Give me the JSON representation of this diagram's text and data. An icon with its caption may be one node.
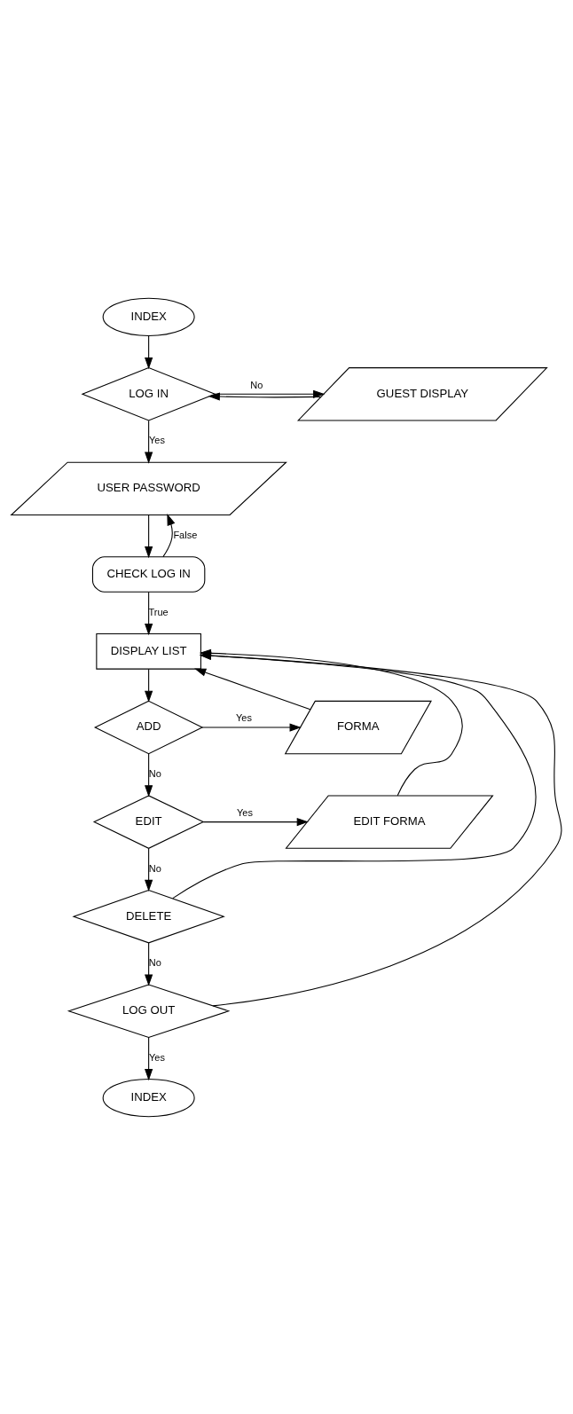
{
  "diagram": {
    "nodes": [
      {
        "text": [
          "INDEX"
        ]
      },
      {
        "text": [
          "LOG IN"
        ]
      },
      {
        "text": [
          "GUEST DISPLAY"
        ]
      },
      {
        "text": [
          "USER PASSWORD"
        ]
      },
      {
        "text": [
          "CHECK LOG IN"
        ]
      },
      {
        "text": [
          "DISPLAY LIST"
        ]
      },
      {
        "text": [
          "ADD"
        ]
      },
      {
        "text": [
          "FORMA"
        ]
      },
      {
        "text": [
          "EDIT"
        ]
      },
      {
        "text": [
          "EDIT FORMA"
        ]
      },
      {
        "text": [
          "DELETE"
        ]
      },
      {
        "text": [
          "LOG OUT"
        ]
      },
      {
        "text": [
          "INDEX"
        ]
      }
    ],
    "edges": [
      {
        "from": 0,
        "to": 1,
        "arrow": "to"
      },
      {
        "from": 1,
        "to": 2,
        "arrow": "to",
        "label": "No"
      },
      {
        "from": 2,
        "to": 1,
        "arrow": "to"
      },
      {
        "from": 1,
        "to": 3,
        "arrow": "to",
        "label": "Yes"
      },
      {
        "from": 3,
        "to": 4,
        "arrow": "to"
      },
      {
        "from": 4,
        "to": 3,
        "arrow": "to",
        "label": "False"
      },
      {
        "from": 4,
        "to": 5,
        "arrow": "to",
        "label": "True"
      },
      {
        "from": 5,
        "to": 6,
        "arrow": "to"
      },
      {
        "from": 6,
        "to": 7,
        "arrow": "to",
        "label": "Yes"
      },
      {
        "from": 6,
        "to": 8,
        "arrow": "to",
        "label": "No"
      },
      {
        "from": 8,
        "to": 9,
        "arrow": "to",
        "label": "Yes"
      },
      {
        "from": 8,
        "to": 10,
        "arrow": "to",
        "label": "No"
      },
      {
        "from": 10,
        "to": 11,
        "arrow": "to",
        "label": "No"
      },
      {
        "from": 11,
        "to": 12,
        "arrow": "to",
        "label": "Yes"
      },
      {
        "from": 7,
        "to": 5,
        "arrow": "to"
      },
      {
        "from": 9,
        "to": 5,
        "arrow": "to"
      },
      {
        "from": 10,
        "to": 5,
        "arrow": "to"
      },
      {
        "from": 11,
        "to": 5,
        "arrow": "to"
      }
    ]
  }
}
